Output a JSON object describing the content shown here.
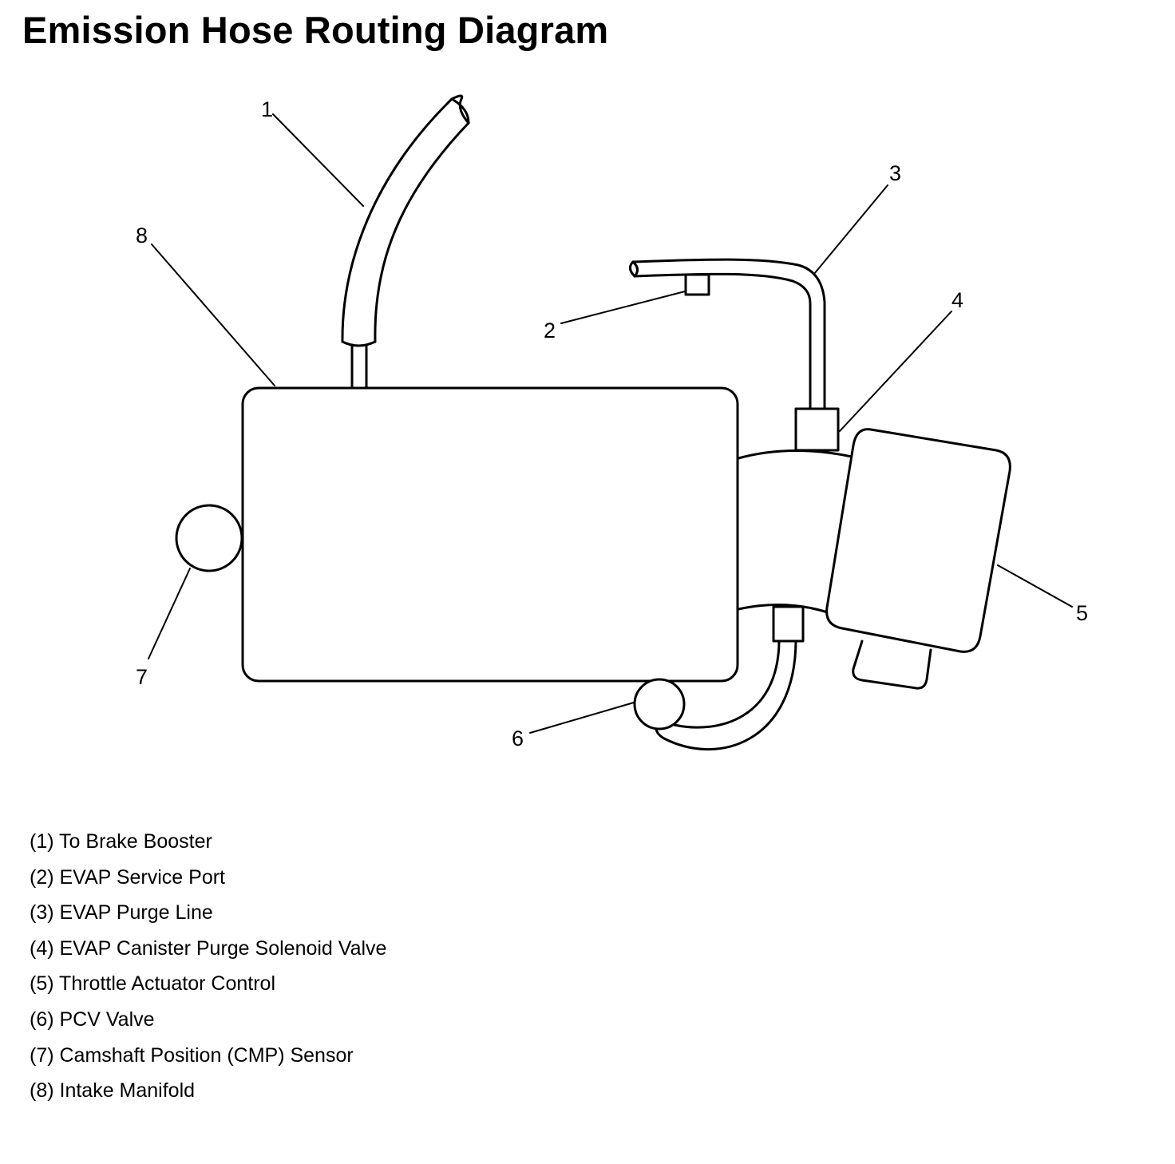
{
  "title": "Emission Hose Routing Diagram",
  "callouts": [
    "1",
    "2",
    "3",
    "4",
    "5",
    "6",
    "7",
    "8"
  ],
  "legend": [
    "(1) To Brake Booster",
    "(2) EVAP Service Port",
    "(3) EVAP Purge Line",
    "(4) EVAP Canister Purge Solenoid Valve",
    "(5) Throttle Actuator Control",
    "(6) PCV Valve",
    "(7) Camshaft Position (CMP) Sensor",
    "(8) Intake Manifold"
  ],
  "colors": {
    "line": "#000000",
    "background": "#ffffff"
  }
}
